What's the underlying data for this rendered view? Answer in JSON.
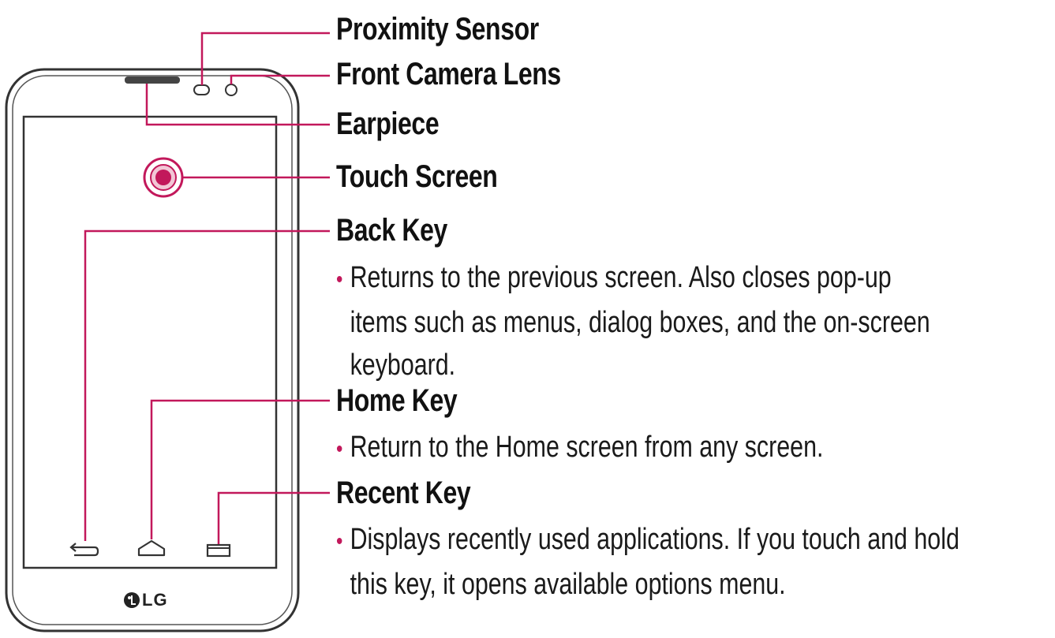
{
  "colors": {
    "callout": "#c2185b",
    "outline": "#333333",
    "text": "#111111"
  },
  "phone": {
    "brand": "LG",
    "logo_icon": "lg-logo-icon"
  },
  "labels": {
    "proximity_sensor": "Proximity Sensor",
    "front_camera_lens": "Front Camera Lens",
    "earpiece": "Earpiece",
    "touch_screen": "Touch Screen",
    "back_key": "Back Key",
    "home_key": "Home Key",
    "recent_key": "Recent Key"
  },
  "descriptions": {
    "back_key": [
      "Returns to the previous screen. Also closes pop-up",
      "items such as menus, dialog boxes, and the on-screen",
      "keyboard."
    ],
    "home_key": [
      "Return to the Home screen from any screen."
    ],
    "recent_key": [
      "Displays recently used applications. If you touch and hold",
      "this key, it opens available options menu."
    ]
  },
  "bullet": "•"
}
